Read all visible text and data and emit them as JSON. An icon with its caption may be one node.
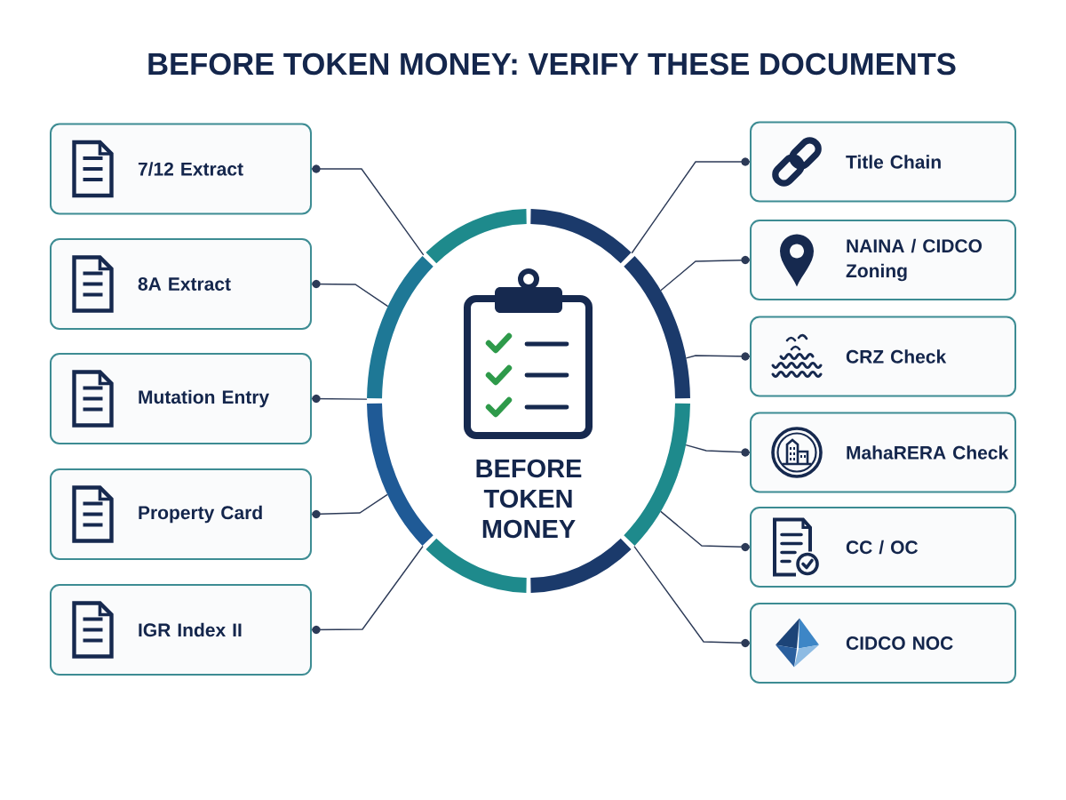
{
  "diagram": {
    "title": "BEFORE TOKEN MONEY: VERIFY THESE DOCUMENTS",
    "nodes": [
      {
        "text": [
          "BEFORE TOKEN MONEY"
        ]
      },
      {
        "text": [
          "7/12 Extract"
        ]
      },
      {
        "text": [
          "8A Extract"
        ]
      },
      {
        "text": [
          "Mutation Entry"
        ]
      },
      {
        "text": [
          "Property Card"
        ]
      },
      {
        "text": [
          "IGR Index II"
        ]
      },
      {
        "text": [
          "Title Chain"
        ]
      },
      {
        "text": [
          "NAINA / CIDCO Zoning"
        ]
      },
      {
        "text": [
          "CRZ Check"
        ]
      },
      {
        "text": [
          "MahaRERA Check"
        ]
      },
      {
        "text": [
          "CC / OC"
        ]
      },
      {
        "text": [
          "CIDCO NOC"
        ]
      }
    ],
    "edges": [
      {
        "from": 1,
        "to": 0,
        "arrow": "other"
      },
      {
        "from": 2,
        "to": 0,
        "arrow": "other"
      },
      {
        "from": 3,
        "to": 0,
        "arrow": "other"
      },
      {
        "from": 4,
        "to": 0,
        "arrow": "other"
      },
      {
        "from": 5,
        "to": 0,
        "arrow": "other"
      },
      {
        "from": 6,
        "to": 0,
        "arrow": "other"
      },
      {
        "from": 7,
        "to": 0,
        "arrow": "other"
      },
      {
        "from": 8,
        "to": 0,
        "arrow": "other"
      },
      {
        "from": 9,
        "to": 0,
        "arrow": "other"
      },
      {
        "from": 10,
        "to": 0,
        "arrow": "other"
      },
      {
        "from": 11,
        "to": 0,
        "arrow": "other"
      }
    ]
  }
}
